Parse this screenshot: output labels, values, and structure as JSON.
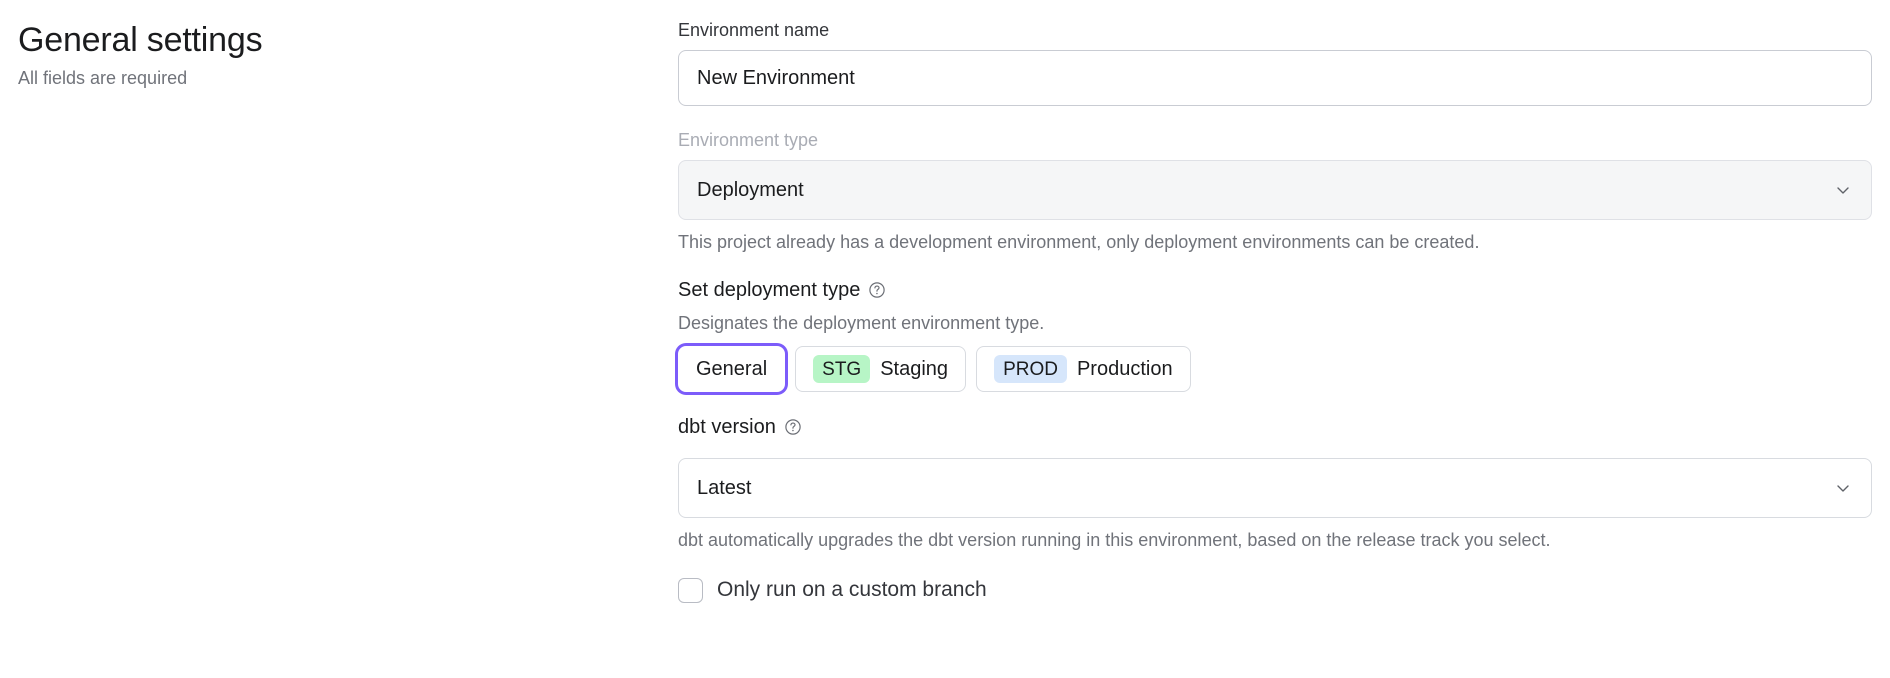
{
  "left": {
    "title": "General settings",
    "subtitle": "All fields are required"
  },
  "form": {
    "environment_name": {
      "label": "Environment name",
      "value": "New Environment",
      "placeholder": "Environment name"
    },
    "environment_type": {
      "label": "Environment type",
      "value": "Deployment",
      "disabled": true,
      "helper": "This project already has a development environment, only deployment environments can be created.",
      "chevron_icon": "chevron-down-icon"
    },
    "deployment_type": {
      "label": "Set deployment type",
      "help_icon": "question-circle-icon",
      "description": "Designates the deployment environment type.",
      "options": [
        {
          "label": "General",
          "badge": "",
          "badge_bg": "",
          "selected": true
        },
        {
          "label": "Staging",
          "badge": "STG",
          "badge_bg": "#b7f5c6",
          "selected": false
        },
        {
          "label": "Production",
          "badge": "PROD",
          "badge_bg": "#d6e6fb",
          "selected": false
        }
      ]
    },
    "dbt_version": {
      "label": "dbt version",
      "help_icon": "question-circle-icon",
      "value": "Latest",
      "helper": "dbt automatically upgrades the dbt version running in this environment, based on the release track you select.",
      "chevron_icon": "chevron-down-icon"
    },
    "custom_branch": {
      "label": "Only run on a custom branch",
      "checked": false
    }
  },
  "colors": {
    "focus_ring": "#7c5cfa",
    "staging_badge": "#b7f5c6",
    "production_badge": "#d6e6fb",
    "muted_text": "#70737a",
    "disabled_label": "#a9acb4"
  }
}
